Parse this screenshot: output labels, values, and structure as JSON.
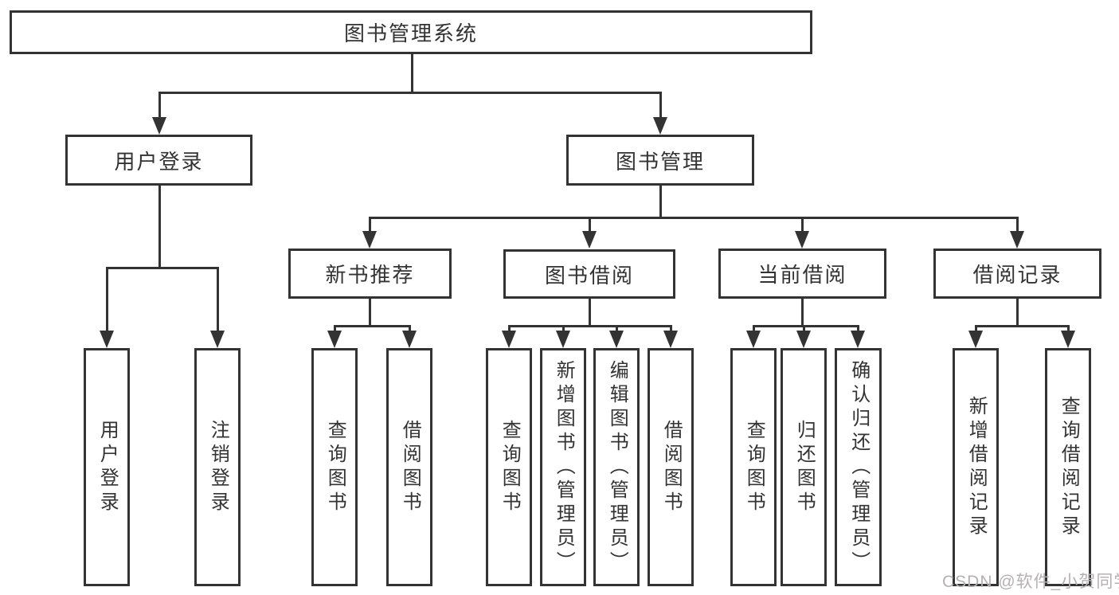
{
  "colors": {
    "line": "#333333",
    "text": "#333333",
    "background": "#ffffff",
    "watermark": "#b4b1b2"
  },
  "watermark": {
    "text": "CSDN @软件_小贺同学"
  },
  "tree": {
    "root": {
      "label": "图书管理系统"
    },
    "branches": [
      {
        "label": "用户登录",
        "children": [
          {
            "label": "用户登录"
          },
          {
            "label": "注销登录"
          }
        ]
      },
      {
        "label": "图书管理",
        "groups": [
          {
            "label": "新书推荐",
            "children": [
              {
                "label": "查询图书"
              },
              {
                "label": "借阅图书"
              }
            ]
          },
          {
            "label": "图书借阅",
            "children": [
              {
                "label": "查询图书"
              },
              {
                "label": "新增图书（管理员）"
              },
              {
                "label": "编辑图书（管理员）"
              },
              {
                "label": "借阅图书"
              }
            ]
          },
          {
            "label": "当前借阅",
            "children": [
              {
                "label": "查询图书"
              },
              {
                "label": "归还图书"
              },
              {
                "label": "确认归还（管理员）"
              }
            ]
          },
          {
            "label": "借阅记录",
            "children": [
              {
                "label": "新增借阅记录"
              },
              {
                "label": "查询借阅记录"
              }
            ]
          }
        ]
      }
    ]
  }
}
